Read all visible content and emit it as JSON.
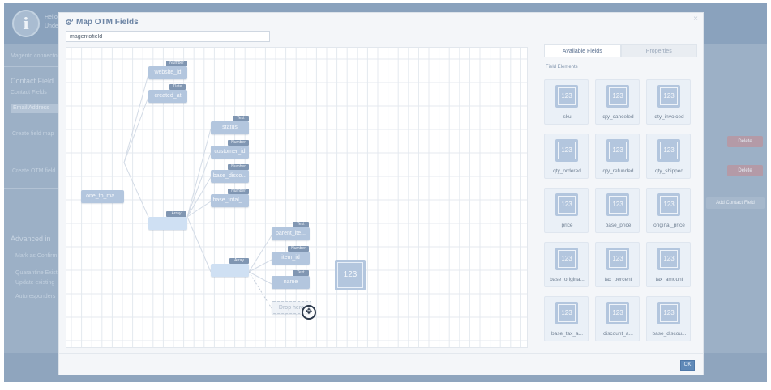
{
  "background": {
    "header_line1": "Hello",
    "header_line2": "Unde",
    "menu_text": "Magento connector",
    "contact_fields_heading": "Contact Field",
    "contact_fields_label": "Contact Fields",
    "email_input": "Email Address",
    "create_field_mapping": "Create field map",
    "create_otm_field": "Create OTM field",
    "advanced_heading": "Advanced in",
    "mark_as_confirmed": "Mark as Confirm",
    "quarantine_existing": "Quarantine Existing",
    "update_existing": "Update existing",
    "autoresponders": "Autoresponders",
    "delete_label_1": "Delete",
    "delete_label_2": "Delete",
    "add_contact_field": "Add Contact Field"
  },
  "modal": {
    "title": "Map OTM Fields",
    "name_value": "magentofield",
    "close_glyph": "×",
    "ok_label": "OK"
  },
  "canvas": {
    "nodes": {
      "one_to_many": "one_to_ma...",
      "website_id": "website_id",
      "website_id_tag": "Number",
      "created_at": "created_at",
      "created_at_tag": "Date",
      "status": "status",
      "status_tag": "Text",
      "customer_id": "customer_id",
      "customer_id_tag": "Number",
      "base_discount": "base_disco...",
      "base_discount_tag": "Number",
      "base_total": "base_total_...",
      "base_total_tag": "Number",
      "array1": "Array",
      "array2": "Array",
      "parent_item": "parent_ite...",
      "parent_item_tag": "Text",
      "item_id": "item_id",
      "item_id_tag": "Number",
      "name": "name",
      "name_tag": "Text",
      "drop_here": "Drop here"
    },
    "dragging_tile": "123",
    "cursor_glyph": "✥"
  },
  "right_panel": {
    "tabs": [
      {
        "label": "Available Fields",
        "active": true
      },
      {
        "label": "Properties",
        "active": false
      }
    ],
    "section_title": "Field Elements",
    "tile_glyph": "123",
    "fields": [
      "sku",
      "qty_canceled",
      "qty_invoiced",
      "qty_ordered",
      "qty_refunded",
      "qty_shipped",
      "price",
      "base_price",
      "original_price",
      "base_origina...",
      "tax_percent",
      "tax_amount",
      "base_tax_a...",
      "discount_a...",
      "base_discou..."
    ]
  },
  "colors": {
    "node": "#b3c6de",
    "tag": "#8096b2",
    "accent": "#5f89b8",
    "modal_title": "#6d85a5"
  }
}
